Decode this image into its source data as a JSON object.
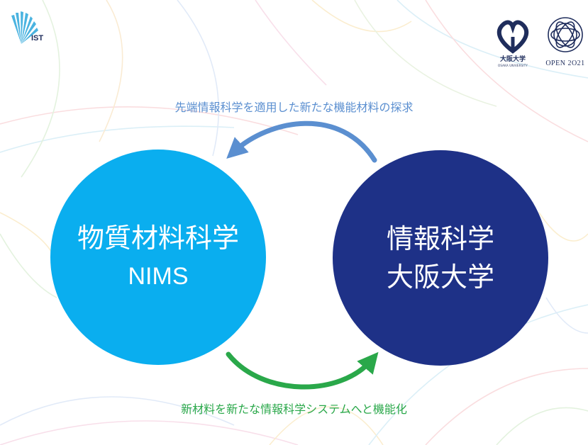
{
  "logos": {
    "ist": {
      "text": "IST",
      "icon": "ist-fan-icon"
    },
    "osaka_university": {
      "jp": "大阪大学",
      "en": "OSAKA UNIVERSITY",
      "icon": "osaka-ginkgo-icon"
    },
    "open2021": {
      "text": "OPEN 2O21",
      "icon": "open-ring-icon"
    }
  },
  "diagram": {
    "top_caption": "先端情報科学を適用した新たな機能材料の探求",
    "bottom_caption": "新材料を新たな情報科学システムへと機能化",
    "left_circle": {
      "line1": "物質材料科学",
      "line2": "NIMS"
    },
    "right_circle": {
      "line1": "情報科学",
      "line2": "大阪大学"
    }
  },
  "colors": {
    "left_circle": "#0aaeef",
    "right_circle": "#1e3187",
    "top_arrow": "#5b8fd0",
    "bottom_arrow": "#2aa84a",
    "brand_navy": "#1f2d5c"
  }
}
